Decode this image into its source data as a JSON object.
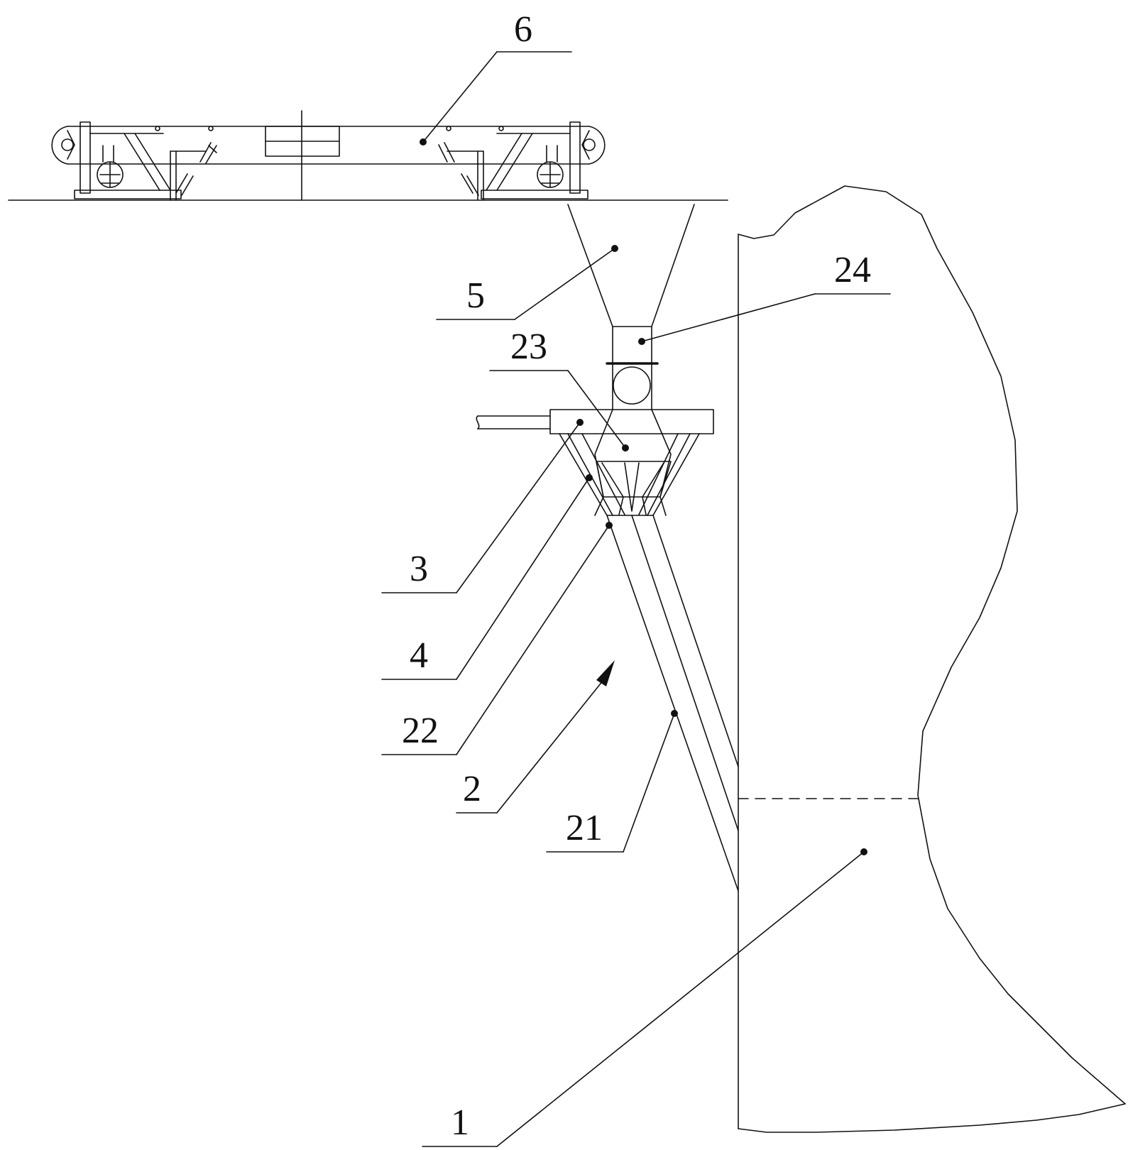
{
  "labels": {
    "l6": "6",
    "l5": "5",
    "l24": "24",
    "l23": "23",
    "l3": "3",
    "l4": "4",
    "l22": "22",
    "l2": "2",
    "l21": "21",
    "l1": "1"
  },
  "colors": {
    "line": "#111111",
    "background": "#ffffff"
  }
}
